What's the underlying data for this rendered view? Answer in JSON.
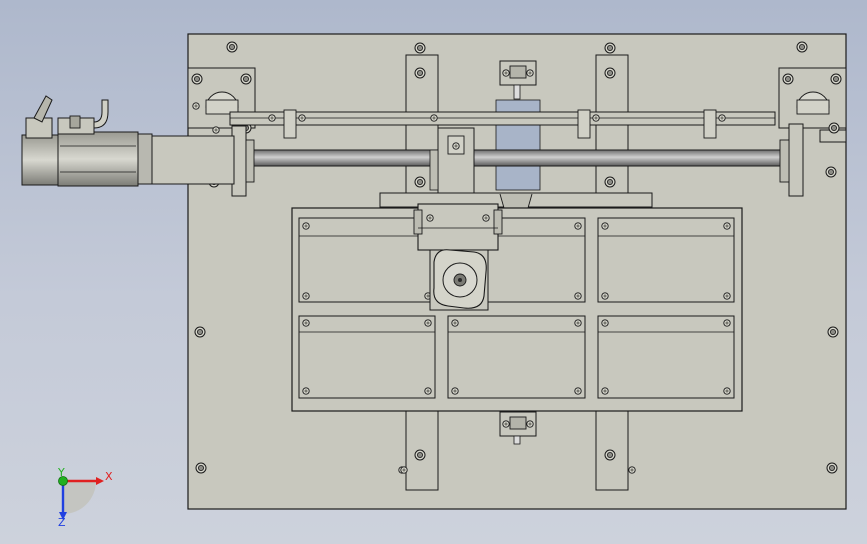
{
  "viewport": {
    "background_top": "#aeb8cc",
    "background_bottom": "#cdd2dc"
  },
  "model": {
    "plate_color": "#c8c8be",
    "edge_color": "#1a1a1a",
    "shaft_color": "#8a8a8a",
    "glass_color": "#a8b4c8"
  },
  "triad": {
    "x_label": "X",
    "y_label": "Y",
    "z_label": "Z",
    "x_color": "#e02020",
    "y_color": "#20b020",
    "z_color": "#2040e0"
  }
}
